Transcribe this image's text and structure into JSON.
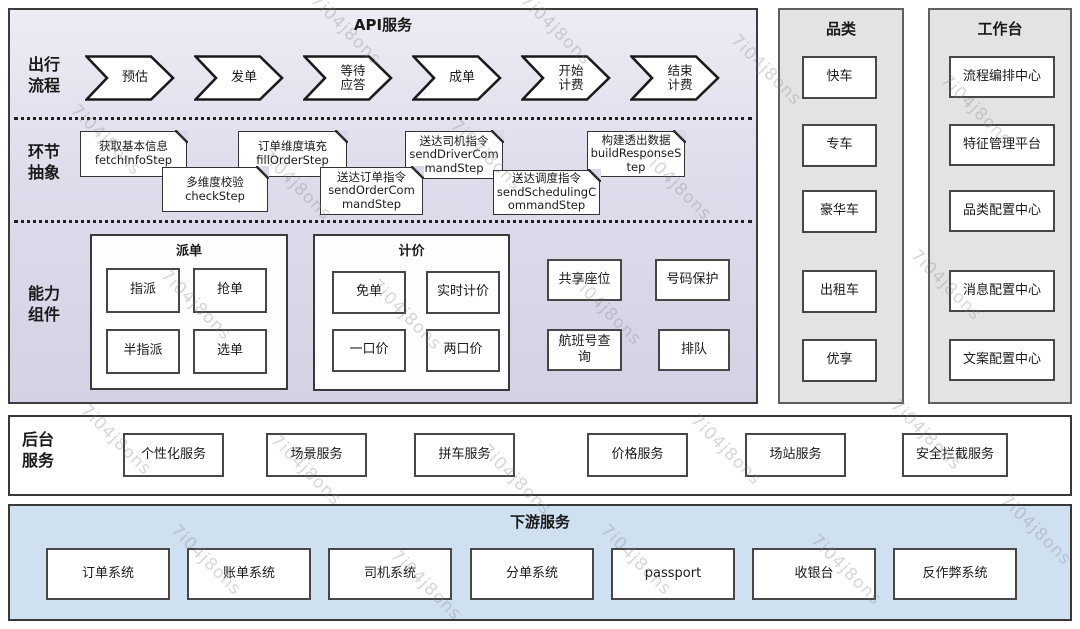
{
  "watermark": {
    "text": "7i04j8ons"
  },
  "api_panel": {
    "title": "API服务",
    "flow": {
      "label": "出行\n流程",
      "steps": [
        "预估",
        "发单",
        "等待\n应答",
        "成单",
        "开始\n计费",
        "结束\n计费"
      ]
    },
    "abstraction": {
      "label": "环节\n抽象",
      "steps": [
        {
          "title": "获取基本信息",
          "code": "fetchInfoStep"
        },
        {
          "title": "订单维度填充",
          "code": "fillOrderStep"
        },
        {
          "title": "送达司机指令",
          "code": "sendDriverCommandStep"
        },
        {
          "title": "构建透出数据",
          "code": "buildResponseStep"
        },
        {
          "title": "多维度校验",
          "code": "checkStep"
        },
        {
          "title": "送达订单指令",
          "code": "sendOrderCommandStep"
        },
        {
          "title": "送达调度指令",
          "code": "sendSchedulingCommandStep"
        }
      ]
    },
    "capabilities": {
      "label": "能力\n组件",
      "groups": [
        {
          "title": "派单",
          "items": [
            "指派",
            "抢单",
            "半指派",
            "选单"
          ]
        },
        {
          "title": "计价",
          "items": [
            "免单",
            "实时计价",
            "一口价",
            "两口价"
          ]
        }
      ],
      "standalone": [
        "共享座位",
        "号码保护",
        "航班号查\n询",
        "排队"
      ]
    }
  },
  "category_panel": {
    "title": "品类",
    "items": [
      "快车",
      "专车",
      "豪华车",
      "出租车",
      "优享"
    ]
  },
  "workbench_panel": {
    "title": "工作台",
    "items": [
      "流程编排中心",
      "特征管理平台",
      "品类配置中心",
      "消息配置中心",
      "文案配置中心"
    ]
  },
  "backend_panel": {
    "label": "后台\n服务",
    "items": [
      "个性化服务",
      "场景服务",
      "拼车服务",
      "价格服务",
      "场站服务",
      "安全拦截服务"
    ]
  },
  "downstream_panel": {
    "title": "下游服务",
    "items": [
      "订单系统",
      "账单系统",
      "司机系统",
      "分单系统",
      "passport",
      "收银台",
      "反作弊系统"
    ]
  }
}
